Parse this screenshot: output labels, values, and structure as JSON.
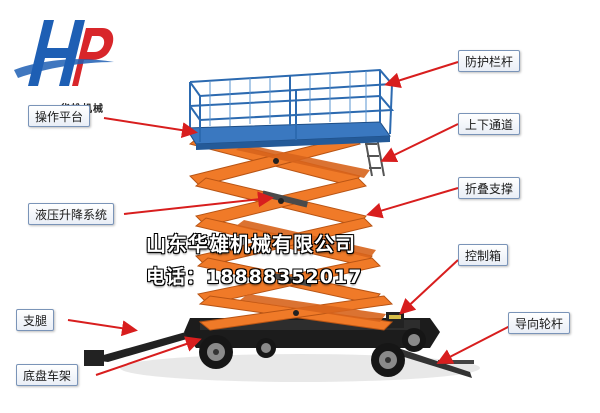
{
  "logo": {
    "text": "华雄机械",
    "letters": "HP"
  },
  "labels": {
    "platform": "操作平台",
    "guardrail": "防护栏杆",
    "access": "上下通道",
    "hydraulic": "液压升降系统",
    "folding": "折叠支撑",
    "control_box": "控制箱",
    "outrigger": "支腿",
    "guide_wheel": "导向轮杆",
    "chassis": "底盘车架"
  },
  "watermark": {
    "company": "山东华雄机械有限公司",
    "phone": "电话：18888352017"
  },
  "colors": {
    "scissor": "#f07a28",
    "platform": "#3a78c0",
    "arrow": "#d81e1e",
    "logo_blue": "#1e5fb4",
    "logo_red": "#d8262a"
  }
}
